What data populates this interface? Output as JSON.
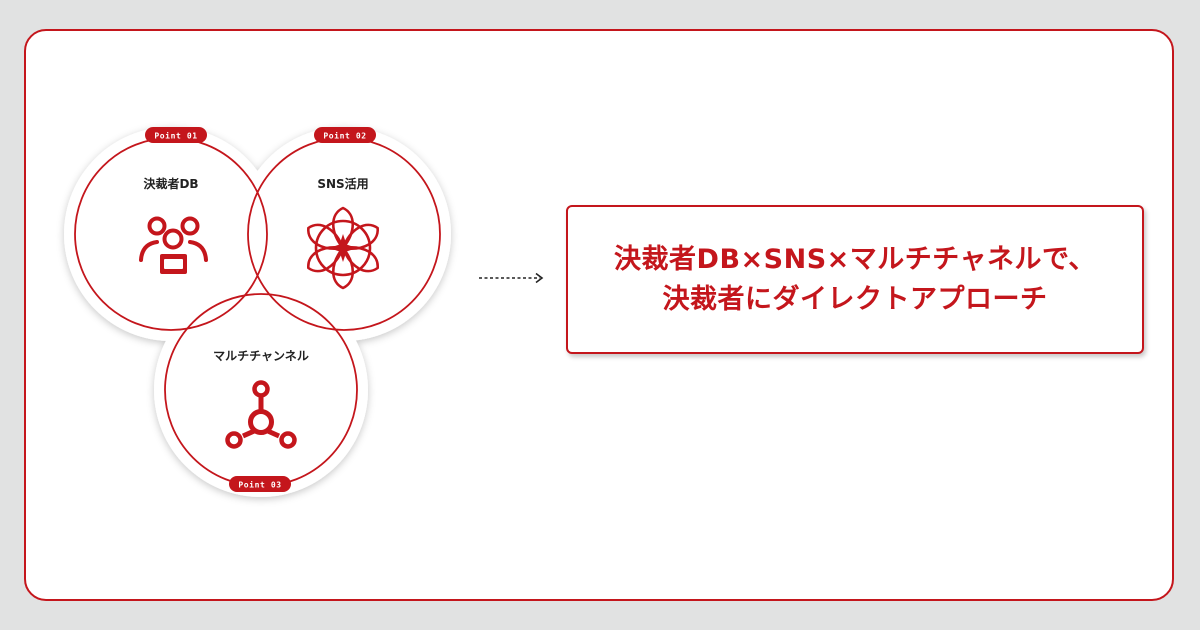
{
  "colors": {
    "accent": "#c4161c",
    "background": "#e1e2e2",
    "card": "#ffffff",
    "label_text": "#222222"
  },
  "points": [
    {
      "badge": "Point 01",
      "label": "決裁者DB",
      "icon": "people-with-lock-icon"
    },
    {
      "badge": "Point 02",
      "label": "SNS活用",
      "icon": "flower-network-icon"
    },
    {
      "badge": "Point 03",
      "label": "マルチチャンネル",
      "icon": "node-hub-icon"
    }
  ],
  "result": {
    "line1": "決裁者DB×SNS×マルチチャネルで、",
    "line2": "決裁者にダイレクトアプローチ"
  }
}
